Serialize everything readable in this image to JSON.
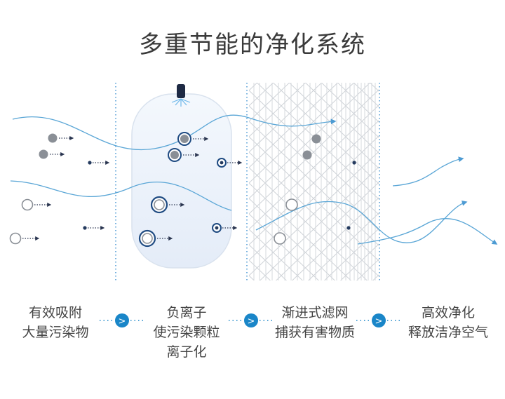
{
  "title": "多重节能的净化系统",
  "steps": [
    {
      "lines": [
        "有效吸附",
        "大量污染物"
      ]
    },
    {
      "lines": [
        "负离子",
        "使污染颗粒",
        "离子化"
      ]
    },
    {
      "lines": [
        "渐进式滤网",
        "捕获有害物质"
      ]
    },
    {
      "lines": [
        "高效净化",
        "释放洁净空气"
      ]
    }
  ],
  "arrow_glyph": ">",
  "colors": {
    "accent": "#1a86c8",
    "flow": "#5aa6d6",
    "particle_gray": "#8a8f96",
    "particle_navy": "#243a5e",
    "text": "#444444"
  },
  "icons": [
    "ion-emitter-icon",
    "chevron-right-icon",
    "particle-icon",
    "flow-arrow-icon"
  ]
}
